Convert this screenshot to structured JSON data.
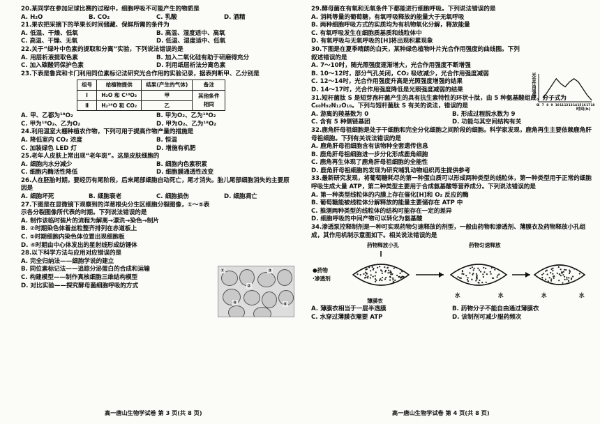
{
  "left": {
    "q20": {
      "stem": "20.某同学在参加足球比赛的过程中，细胞呼吸不可能产生的物质是",
      "opts": [
        "A. H₂O",
        "B. CO₂",
        "C. 乳酸",
        "D. 酒精"
      ]
    },
    "q21": {
      "stem": "21.果农把采摘下的苹果长时间储藏、保鲜所需的条件为",
      "opts": [
        "A. 低温、干燥、低氧",
        "B. 高温、湿度适中、高氧",
        "C. 高温、干燥、无氧",
        "D. 低温、湿度适中、低氧"
      ]
    },
    "q22": {
      "stem": "22.关于“绿叶中色素的提取和分离”实验，下列说法错误的是",
      "opts": [
        "A. 用层析液提取色素",
        "B. 加入二氧化硅有助于研磨得充分",
        "C. 加入碳酸钙保护色素",
        "D. 利用纸层析法分离色素"
      ]
    },
    "q23": {
      "stem": "23.下表是鲁宾和卡门利用同位素标记法研究光合作用的实验记录，据表判断甲、乙分别是",
      "table": {
        "headers": [
          "组号",
          "给植物提供",
          "结果(产生的气体)",
          "备注"
        ],
        "rows": [
          [
            "Ⅰ",
            "H₂O 和 C¹⁸O₂",
            "甲",
            "其他条件相同"
          ],
          [
            "Ⅱ",
            "H₂¹⁸O 和 CO₂",
            "乙",
            ""
          ]
        ]
      },
      "opts": [
        "A. 甲、乙都为¹⁸O₂",
        "B. 甲为O₂、乙为¹⁸O₂",
        "C. 甲为¹⁸O₂、乙为O₂",
        "D. 甲为O₂、乙为¹⁸O₂"
      ]
    },
    "q24": {
      "stem": "24.利用温室大棚种植农作物，下列可用于提高作物产量的措施是",
      "opts": [
        "A. 降低室内 CO₂ 浓度",
        "B. 恒温",
        "C. 加装绿色 LED 灯",
        "D. 增施有机肥"
      ]
    },
    "q25": {
      "stem": "25.老年人皮肤上常出现“老年斑”。这是皮肤细胞的",
      "opts": [
        "A. 细胞内水分减少",
        "B. 细胞内色素积累",
        "C. 细胞内酶活性降低",
        "D. 细胞膜通透性改变"
      ]
    },
    "q26": {
      "stem": "26.人在胚胎时期，要经历有尾阶段，后来尾部细胞自动死亡，尾才消失。胎儿尾部细胞消失的主要原因是",
      "opts": [
        "A. 细胞坏死",
        "B. 细胞衰老",
        "C. 细胞损伤",
        "D. 细胞凋亡"
      ]
    },
    "q27": {
      "stem": "27.下图是在显微镜下观察到的洋葱根尖分生区细胞分裂图像，①～⑤表示各分裂图像所代表的时期。下列说法错误的是",
      "opts": [
        "A. 制作该临时装片的流程为解离→漂洗→染色→制片",
        "B. ②时期染色体着丝粒整齐排列在赤道板上",
        "C. ⑤时期细胞内染色体位置出现细胞板",
        "D. ④时期由中心体发出的星射线形成纺锤体"
      ],
      "labels": [
        "①",
        "②",
        "③",
        "④",
        "⑤"
      ]
    },
    "q28": {
      "stem": "28.以下科学方法与应用对应错误的是",
      "opts": [
        "A. 完全归纳法——细胞学说的建立",
        "B. 同位素标记法——追踪分泌蛋白的合成和运输",
        "C. 构建模型——制作真核细胞三维结构模型",
        "D. 对比实验——探究酵母菌细胞呼吸的方式"
      ]
    },
    "footer": "高一唐山生物学试卷  第 3 页(共 8 页)"
  },
  "right": {
    "q29": {
      "stem": "29.酵母菌在有氧和无氧条件下都能进行细胞呼吸。下列说法错误的是",
      "opts": [
        "A. 消耗等量的葡萄糖，有氧呼吸释放的能量大于无氧呼吸",
        "B. 两种细胞呼吸方式的实质均为有机物氧化分解，释放能量",
        "C. 有氧呼吸发生在细胞质基质和线粒体中",
        "D. 有氧呼吸与无氧呼吸的[H]将出现积累现象"
      ]
    },
    "q30": {
      "stem": "30.下图是在夏季晴朗的白天，某种绿色植物叶片光合作用强度的曲线图。下列叙述错误的是",
      "opts": [
        "A. 7～10时，随光照强度逐渐增大，光合作用强度不断增强",
        "B. 10～12时，部分气孔关闭，CO₂ 吸收减少，光合作用强度减弱",
        "C. 12～14时，光合作用强度升高是光照强度增强的结果",
        "D. 14～17时，光合作用强度降低是光照强度减弱的结果"
      ],
      "ylabel": "光合作用强度",
      "xlabel": "时间(h)",
      "ticks": [
        "0",
        "6",
        "7",
        "8",
        "9",
        "10",
        "11",
        "12",
        "13",
        "14",
        "15",
        "16",
        "17",
        "18"
      ],
      "chart_data": {
        "type": "line",
        "x": [
          7,
          8,
          9,
          10,
          11,
          12,
          13,
          14,
          15,
          16,
          17,
          18
        ],
        "values": [
          1,
          3,
          5,
          7,
          5.5,
          4.5,
          6,
          7,
          6,
          4,
          2,
          0.5
        ],
        "xlabel": "时间(h)",
        "ylabel": "光合作用强度"
      }
    },
    "q31": {
      "stem": "31.短杆菌肽 S 是短芽孢杆菌产生的具有抗生素特性的环状十肽，由 5 种氨基酸组成，分子式为 C₆₀H₉₂N₁₂O₁₀。下列与短杆菌肽 S 有关的说法，错误的是",
      "opts": [
        "A. 游离的羧基数为 0",
        "B. 形成过程脱水数为 9",
        "C. 含有 5 种侧链基团",
        "D. 功能与其空间结构有关"
      ]
    },
    "q32": {
      "stem": "32.鹿角肝母祖细胞是处于干细胞和完全分化细胞之间阶段的细胞。科学家发现，鹿角再生主要依赖鹿角肝母祖细胞。下列有关说法错误的是",
      "opts": [
        "A. 鹿角肝母祖细胞含有该物种全套遗传信息",
        "B. 鹿角肝母祖细胞进一步分化形成鹿角细胞",
        "C. 鹿角再生体现了鹿角肝母祖细胞的全能性",
        "D. 鹿角肝母祖细胞的发现为研究哺乳动物组织再生提供参考"
      ]
    },
    "q33": {
      "stem": "33.最新研究发现，将葡萄糖耗尽的第一种蛋白质可以形成两种类型的线粒体，第一种类型用于正常的细胞呼吸生成大量 ATP，第二种类型主要用于合成氨基酸等营养成分。下列说法错误的是",
      "opts": [
        "A. 第一种类型线粒体的内膜上存在催化[H]和 O₂ 反应的酶",
        "B. 葡萄糖能被线粒体分解释放的能量主要储存在 ATP 中",
        "C. 推测两种类型的线粒体的结构可能存在一定的差异",
        "D. 细胞呼吸的中间产物可以转化为氨基酸"
      ]
    },
    "q34": {
      "stem": "34.渗透泵控释制剂是一种可实现药物匀速释放的剂型，一般由药物和渗透剂、薄膜衣及药物释放小孔组成，其作用机制示意图如下。相关说法错误的是",
      "labels": {
        "hole": "药物释放小孔",
        "uniform": "药物匀速释放",
        "drug": "●药物",
        "osm": "·渗透剂",
        "film": "薄膜衣",
        "water": "水"
      },
      "opts": [
        "A. 薄膜衣相当于一层半透膜",
        "B. 药物分子不能自由通过薄膜衣",
        "C. 水穿过薄膜衣需要 ATP",
        "D. 该制剂可减少服药频次"
      ]
    },
    "footer": "高一唐山生物学试卷  第 4 页(共 8 页)"
  }
}
